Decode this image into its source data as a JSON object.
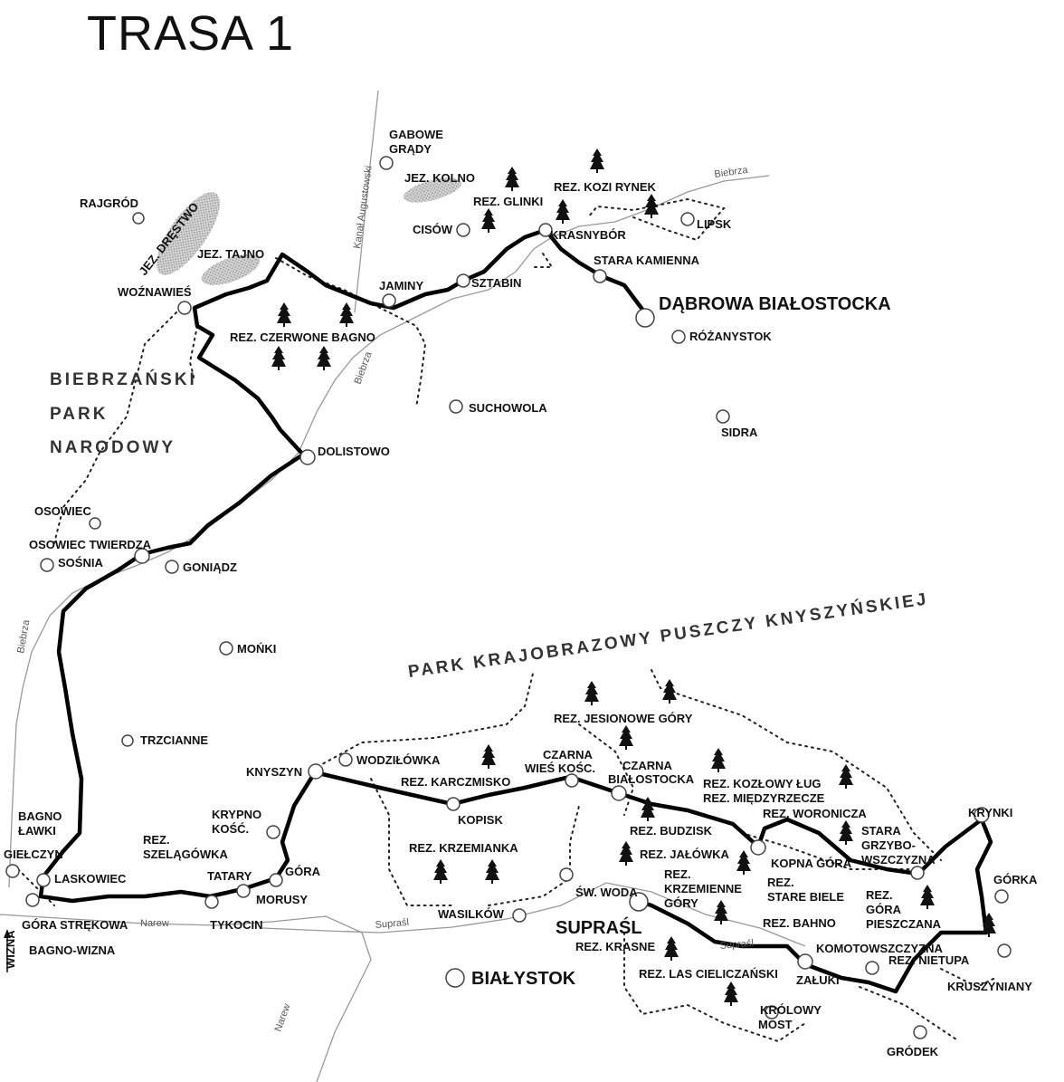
{
  "map": {
    "title": "TRASA 1",
    "parks": {
      "biebrza": [
        "BIEBRZAŃSKI",
        "PARK",
        "NARODOWY"
      ],
      "knyszyn": "PARK KRAJOBRAZOWY PUSZCZY KNYSZYŃSKIEJ"
    },
    "rivers": {
      "kanal": "Kanał Augustowski",
      "biebrza_ne": "Biebrza",
      "biebrza_mid": "Biebrza",
      "biebrza_w": "Biebrza",
      "narew_w": "Narew",
      "narew_s": "Narew",
      "suprasl_w": "Supraśl",
      "suprasl_e": "Supraśl"
    },
    "lakes": {
      "drestwo": "JEZ. DRĘSTWO",
      "tajno": "JEZ. TAJNO",
      "kolno": "JEZ. KOLNO"
    },
    "labels": {
      "gabowe1": "GABOWE",
      "gabowe2": "GRĄDY",
      "rajgrod": "RAJGRÓD",
      "rez_glinki": "REZ. GLINKI",
      "rez_kozi": "REZ. KOZI RYNEK",
      "cisow": "CISÓW",
      "lipsk": "LIPSK",
      "krasnybor": "KRASNYBÓR",
      "stara_kamienna": "STARA KAMIENNA",
      "jaminy": "JAMINY",
      "sztabin": "SZTABIN",
      "woznawies": "WOŹNAWIEŚ",
      "dabrowa": "DĄBROWA BIAŁOSTOCKA",
      "rez_czerwone": "REZ. CZERWONE BAGNO",
      "rozanystok": "RÓŻANYSTOK",
      "suchowola": "SUCHOWOLA",
      "sidra": "SIDRA",
      "dolistowo": "DOLISTOWO",
      "osowiec": "OSOWIEC",
      "osowiec_tw": "OSOWIEC TWIERDZA",
      "sosnia": "SOŚNIA",
      "goniadz": "GONIĄDZ",
      "monki": "MOŃKI",
      "trzcianne": "TRZCIANNE",
      "rez_jesionowe": "REZ. JESIONOWE GÓRY",
      "knyszyn": "KNYSZYN",
      "wodzilowka": "WODZIŁÓWKA",
      "czarna_wies1": "CZARNA",
      "czarna_wies2": "WIEŚ KOŚC.",
      "czarna_bial1": "CZARNA",
      "czarna_bial2": "BIAŁOSTOCKA",
      "rez_karczmisko": "REZ. KARCZMISKO",
      "rez_kozlowy": "REZ. KOZŁOWY ŁUG",
      "rez_miedzyrzecze": "REZ. MIĘDZYRZECZE",
      "rez_woronicza": "REZ. WORONICZA",
      "krynki": "KRYNKI",
      "kopisk": "KOPISK",
      "rez_budzisk": "REZ. BUDZISK",
      "stara_grzyb1": "STARA",
      "stara_grzyb2": "GRZYBO-",
      "stara_grzyb3": "WSZCZYZNA",
      "bagno_lawki1": "BAGNO",
      "bagno_lawki2": "ŁAWKI",
      "krypno1": "KRYPNO",
      "krypno2": "KOŚĆ.",
      "rez_szel1": "REZ.",
      "rez_szel2": "SZELĄGÓWKA",
      "rez_krzemianka": "REZ. KRZEMIANKA",
      "rez_jalowka": "REZ. JAŁÓWKA",
      "kopna": "KOPNA GÓRA",
      "gielczyn": "GIEŁCZYN",
      "laskowiec": "LASKOWIEC",
      "tatary": "TATARY",
      "gora": "GÓRA",
      "rez_krzem1": "REZ.",
      "rez_krzem2": "KRZEMIENNE",
      "rez_krzem3": "GÓRY",
      "rez_stare1": "REZ.",
      "rez_stare2": "STARE BIELE",
      "gorka": "GÓRKA",
      "morusy": "MORUSY",
      "sw_woda": "ŚW. WODA",
      "rez_gora1": "REZ.",
      "rez_gora2": "GÓRA",
      "rez_gora3": "PIESZCZANA",
      "wasilkow": "WASILKÓW",
      "suprasl": "SUPRAŚL",
      "rez_bahno": "REZ. BAHNO",
      "gora_strekowa": "GÓRA STRĘKOWA",
      "tykocin": "TYKOCIN",
      "wizna": "WIZNA",
      "rez_krasne": "REZ. KRASNE",
      "komotowszczyzna": "KOMOTOWSZCZYZNA",
      "rez_nietupa": "REZ. NIETUPA",
      "bagno_wizna": "BAGNO-WIZNA",
      "bialystok": "BIAŁYSTOK",
      "rez_las": "REZ. LAS CIELICZAŃSKI",
      "zaluki": "ZAŁUKI",
      "kruszyniany": "KRUSZYNIANY",
      "krolowy1": "KRÓLOWY",
      "krolowy2": "MOST",
      "grodek": "GRÓDEK"
    }
  }
}
